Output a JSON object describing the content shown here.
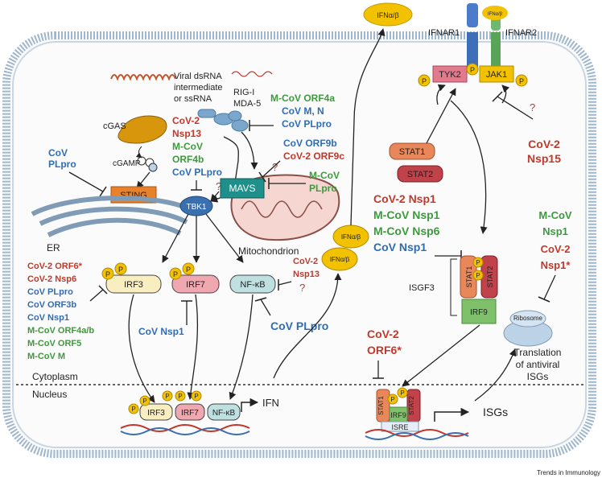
{
  "labels": {
    "ifn_ab": "IFNα/β",
    "ifnar1": "IFNAR1",
    "ifnar2": "IFNAR2",
    "tyk2": "TYK2",
    "jak1": "JAK1",
    "p": "P",
    "stat1": "STAT1",
    "stat2": "STAT2",
    "isgf3": "ISGF3",
    "irf9": "IRF9",
    "ribosome": "Ribosome",
    "translation": [
      "Translation",
      "of antiviral",
      "ISGs"
    ],
    "isre": "ISRE",
    "isgs": "ISGs",
    "viral": [
      "Viral dsRNA",
      "intermediate",
      "or ssRNA"
    ],
    "rigi": "RIG-I",
    "mda5": "MDA-5",
    "cgas": "cGAS",
    "cgamp": "cGAMP",
    "sting": "STING",
    "er": "ER",
    "tbk1": "TBK1",
    "mavs": "MAVS",
    "mitochondrion": "Mitochondrion",
    "irf3": "IRF3",
    "irf7": "IRF7",
    "nfkb": "NF-κB",
    "ifn": "IFN",
    "cytoplasm": "Cytoplasm",
    "nucleus": "Nucleus",
    "question": "?",
    "footer": "Trends in Immunology"
  },
  "inhibitors": {
    "nsp15": [
      "CoV-2",
      "Nsp15"
    ],
    "stat": [
      "CoV-2 Nsp1",
      "M-CoV Nsp1",
      "M-CoV Nsp6",
      "CoV Nsp1"
    ],
    "ribosome": [
      "M-CoV",
      "Nsp1",
      "CoV-2",
      "Nsp1*"
    ],
    "orf6_right": [
      "CoV-2",
      "ORF6*"
    ],
    "rigi": [
      "M-CoV ORF4a",
      "CoV M, N",
      "CoV PLpro"
    ],
    "sting": [
      "CoV",
      "PLpro"
    ],
    "tbk1": [
      "CoV-2",
      "Nsp13",
      "M-CoV",
      "ORF4b",
      "CoV PLpro"
    ],
    "mavs": [
      "CoV ORF9b",
      "CoV-2 ORF9c",
      "M-CoV",
      "PLpro"
    ],
    "irf3": [
      "CoV-2 ORF6*",
      "CoV-2 Nsp6",
      "CoV PLpro",
      "CoV ORF3b",
      "CoV Nsp1",
      "M-CoV ORF4a/b",
      "M-CoV ORF5",
      "M-CoV M"
    ],
    "irf7": [
      "CoV Nsp1"
    ],
    "nfkb": [
      "CoV-2",
      "Nsp13",
      "CoV PLpro"
    ]
  }
}
